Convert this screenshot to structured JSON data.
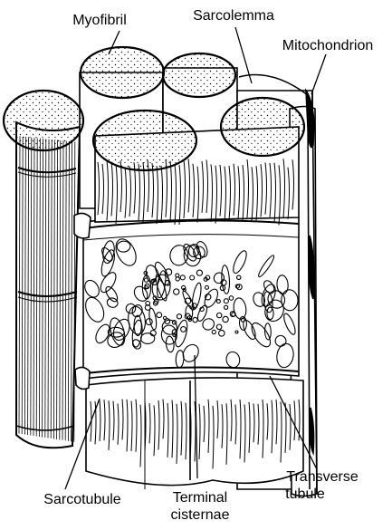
{
  "figure": {
    "labels": {
      "myofibril": "Myofibril",
      "sarcolemma": "Sarcolemma",
      "mitochondrion": "Mitochondrion",
      "sarcotubule": "Sarcotubule",
      "terminal_line1": "Terminal",
      "terminal_line2": "cisternae",
      "transverse_line1": "Transverse",
      "transverse_line2": "tubule"
    },
    "colors": {
      "ink": "#000000",
      "paper": "#ffffff"
    }
  }
}
